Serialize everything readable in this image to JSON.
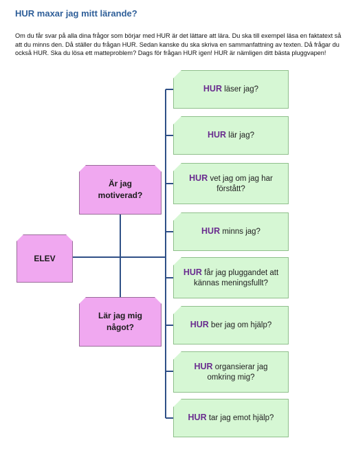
{
  "title": "HUR maxar jag mitt lärande?",
  "intro": "Om du får svar på alla dina frågor som börjar med HUR är det lättare att lära. Du ska till exempel läsa en faktatext så att du minns den. Då ställer du frågan HUR. Sedan kanske du ska skriva en sammanfattning av texten. Då frågar du också HUR. Ska du lösa ett matteproblem? Dags för frågan HUR igen! HUR är nämligen ditt bästa pluggvapen!",
  "nodes": {
    "elev": "ELEV",
    "motivated_line1": "Är jag",
    "motivated_line2": "motiverad?",
    "learn_line1": "Lär jag mig",
    "learn_line2": "något?"
  },
  "hur_word": "HUR",
  "questions": [
    {
      "rest": "läser jag?"
    },
    {
      "rest": "lär jag?"
    },
    {
      "rest": "vet jag om jag har förstått?"
    },
    {
      "rest": "minns jag?"
    },
    {
      "rest": "får jag pluggandet att kännas meningsfullt?"
    },
    {
      "rest": "ber jag om hjälp?"
    },
    {
      "rest": "organsierar jag omkring mig?"
    },
    {
      "rest": "tar jag emot hjälp?"
    }
  ],
  "colors": {
    "title": "#2f5f99",
    "connector": "#2e4f86",
    "pink_box": "#f0a8f0",
    "green_box": "#d6f7d4",
    "hur_text": "#6a2d8f"
  }
}
